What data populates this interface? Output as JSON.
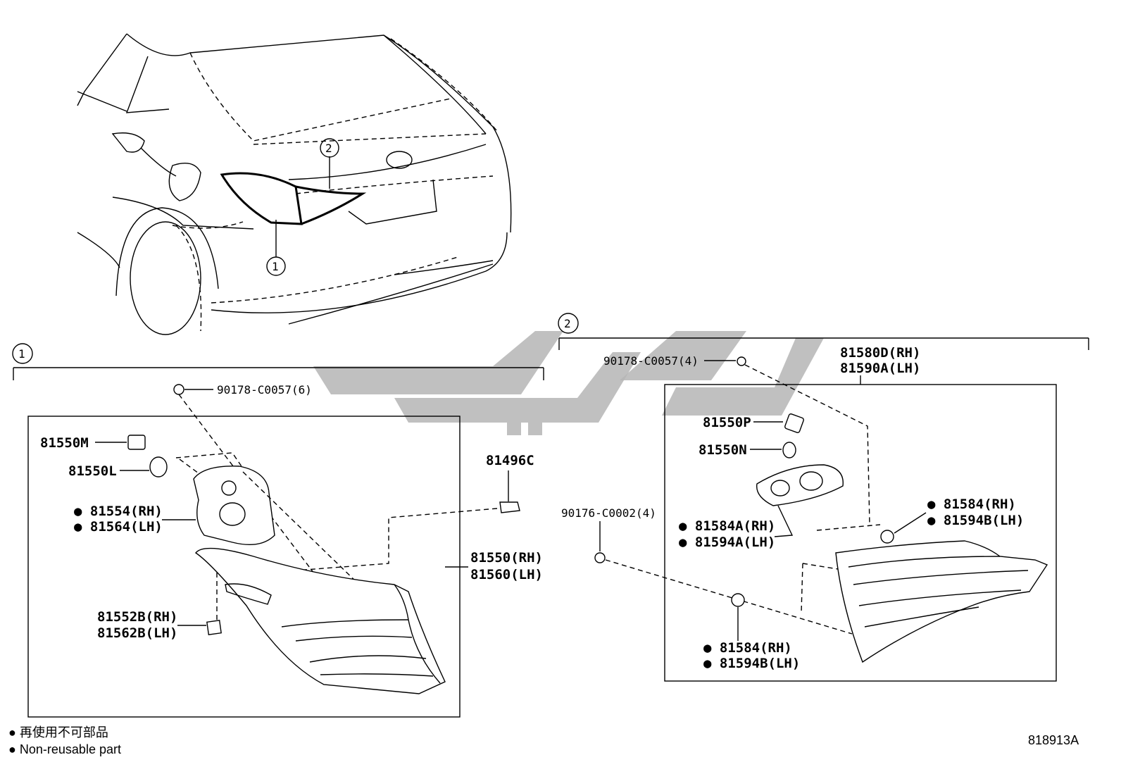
{
  "callouts": {
    "c1": "1",
    "c2": "2"
  },
  "group1": {
    "nut": "90178-C0057(6)",
    "socket": "81550M",
    "bulb": "81550L",
    "gasket_rh": "81554(RH)",
    "gasket_lh": "81564(LH)",
    "clip": "81496C",
    "lamp_rh": "81550(RH)",
    "lamp_lh": "81560(LH)",
    "cushion_rh": "81552B(RH)",
    "cushion_lh": "81562B(LH)"
  },
  "group2": {
    "nut": "90178-C0057(4)",
    "lamp_rh": "81580D(RH)",
    "lamp_lh": "81590A(LH)",
    "socket": "81550P",
    "bulb": "81550N",
    "screw": "90176-C0002(4)",
    "gasket_rh": "81584A(RH)",
    "gasket_lh": "81594A(LH)",
    "cushion_a_rh": "81584(RH)",
    "cushion_a_lh": "81594B(LH)",
    "cushion_b_rh": "81584(RH)",
    "cushion_b_lh": "81594B(LH)"
  },
  "legend": {
    "symbol": "●",
    "jp": "再使用不可部品",
    "en": "Non-reusable part"
  },
  "diagram_id": "818913A"
}
